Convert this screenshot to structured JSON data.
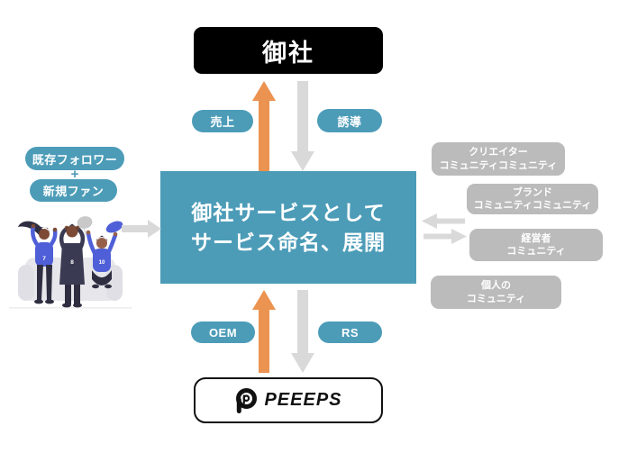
{
  "colors": {
    "teal": "#4C9CB8",
    "orange": "#EB9350",
    "arrow_gray": "#D9D9D9",
    "community_gray": "#BBBBBB",
    "black": "#000000",
    "illustration_blue": "#4F5FD7",
    "illustration_dark": "#2F2E41"
  },
  "top_box": {
    "label": "御社"
  },
  "top_flow": {
    "sales_label": "売上",
    "guidance_label": "誘導"
  },
  "center_box": {
    "line1": "御社サービスとして",
    "line2": "サービス命名、展開"
  },
  "bottom_flow": {
    "oem_label": "OEM",
    "rs_label": "RS"
  },
  "bottom_box": {
    "brand": "PEEEPS"
  },
  "audience": {
    "existing_followers": "既存フォロワー",
    "plus": "+",
    "new_fans": "新規ファン",
    "jersey_numbers": [
      "7",
      "8",
      "10"
    ]
  },
  "communities": [
    {
      "line1": "クリエイター",
      "line2": "コミュニティコミュニティ"
    },
    {
      "line1": "ブランド",
      "line2": "コミュニティコミュニティ"
    },
    {
      "line1": "経営者",
      "line2": "コミュニティ"
    },
    {
      "line1": "個人の",
      "line2": "コミュニティ"
    }
  ]
}
